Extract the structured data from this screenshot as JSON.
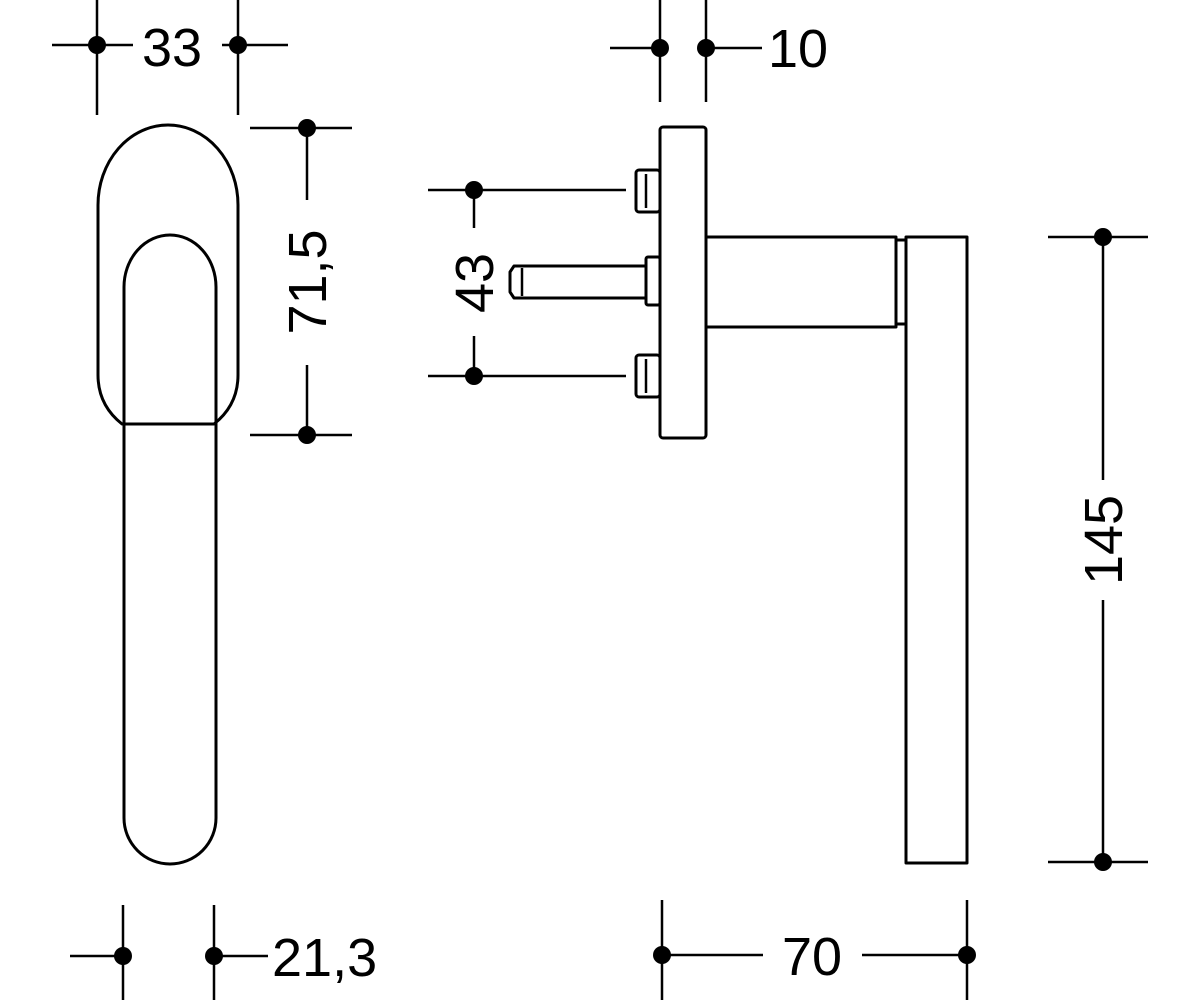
{
  "drawing": {
    "line_color": "#000000",
    "background": "#ffffff",
    "front_view": {
      "dim_width_rose": "33",
      "dim_height_rose": "71,5",
      "dim_width_lever": "21,3"
    },
    "side_view": {
      "dim_rose_depth": "10",
      "dim_screw_spacing": "43",
      "dim_lever_length": "70",
      "dim_lever_height": "145"
    }
  }
}
